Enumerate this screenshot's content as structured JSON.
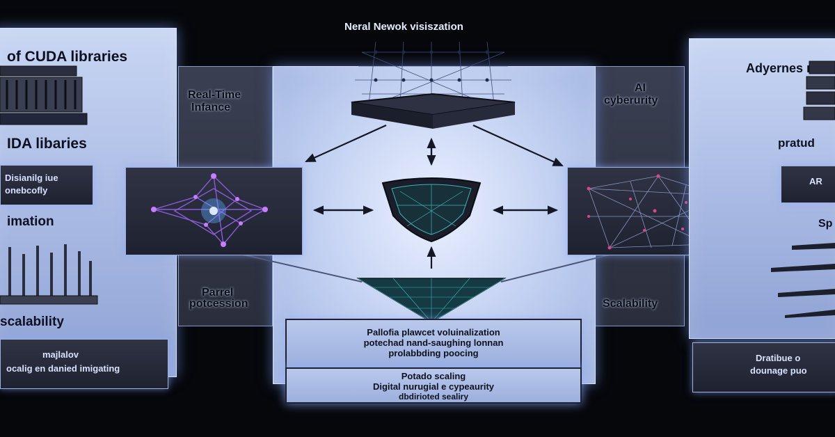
{
  "title": "Neral Newok visiszation",
  "left": {
    "heading1": "of CUDA libraries",
    "heading2": "IDA libaries",
    "box": [
      "Disianilg iue",
      "onebcofly"
    ],
    "heading3": "imation",
    "heading4": "scalability",
    "footer": [
      "majlalov",
      "ocalig en danied imigating"
    ]
  },
  "col_left": {
    "top": [
      "Real-Time",
      "Infance"
    ],
    "bottom": [
      "Parrel",
      "potcession"
    ]
  },
  "col_right": {
    "top": [
      "AI",
      "cyberurity"
    ],
    "bottom": "Scalability"
  },
  "right": {
    "heading1": "Adyernes ro",
    "heading2": "pratud",
    "box": "AR",
    "heading3": "Sp",
    "footer": [
      "Dratibue o",
      "dounage puo"
    ]
  },
  "center_box1": [
    "Pallofia plawcet voluinalization",
    "potechad nand-saughing lonnan",
    "prolabbding poocing"
  ],
  "center_box2": [
    "Potado scaling",
    "Digital nurugial e cypeaurity",
    "dbdirioted sealiry"
  ]
}
